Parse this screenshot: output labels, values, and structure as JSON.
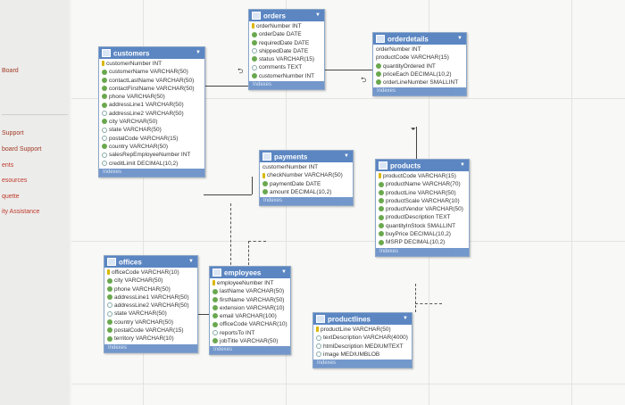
{
  "sidebar": {
    "items": [
      "Board",
      "Support",
      "board Support",
      "ents",
      "esources",
      "quette",
      "ity Assistance"
    ]
  },
  "tables": {
    "orders": {
      "title": "orders",
      "columns": [
        "orderNumber INT",
        "orderDate DATE",
        "requiredDate DATE",
        "shippedDate DATE",
        "status VARCHAR(15)",
        "comments TEXT",
        "customerNumber INT"
      ],
      "footer": "Indexes"
    },
    "orderdetails": {
      "title": "orderdetails",
      "columns": [
        "orderNumber INT",
        "productCode VARCHAR(15)",
        "quantityOrdered INT",
        "priceEach DECIMAL(10,2)",
        "orderLineNumber SMALLINT"
      ],
      "footer": "Indexes"
    },
    "customers": {
      "title": "customers",
      "columns": [
        "customerNumber INT",
        "customerName VARCHAR(50)",
        "contactLastName VARCHAR(50)",
        "contactFirstName VARCHAR(50)",
        "phone VARCHAR(50)",
        "addressLine1 VARCHAR(50)",
        "addressLine2 VARCHAR(50)",
        "city VARCHAR(50)",
        "state VARCHAR(50)",
        "postalCode VARCHAR(15)",
        "country VARCHAR(50)",
        "salesRepEmployeeNumber INT",
        "creditLimit DECIMAL(10,2)"
      ],
      "footer": "Indexes"
    },
    "payments": {
      "title": "payments",
      "columns": [
        "customerNumber INT",
        "checkNumber VARCHAR(50)",
        "paymentDate DATE",
        "amount DECIMAL(10,2)"
      ],
      "footer": "Indexes"
    },
    "products": {
      "title": "products",
      "columns": [
        "productCode VARCHAR(15)",
        "productName VARCHAR(70)",
        "productLine VARCHAR(50)",
        "productScale VARCHAR(10)",
        "productVendor VARCHAR(50)",
        "productDescription TEXT",
        "quantityInStock SMALLINT",
        "buyPrice DECIMAL(10,2)",
        "MSRP DECIMAL(10,2)"
      ],
      "footer": "Indexes"
    },
    "offices": {
      "title": "offices",
      "columns": [
        "officeCode VARCHAR(10)",
        "city VARCHAR(50)",
        "phone VARCHAR(50)",
        "addressLine1 VARCHAR(50)",
        "addressLine2 VARCHAR(50)",
        "state VARCHAR(50)",
        "country VARCHAR(50)",
        "postalCode VARCHAR(15)",
        "territory VARCHAR(10)"
      ],
      "footer": "Indexes"
    },
    "employees": {
      "title": "employees",
      "columns": [
        "employeeNumber INT",
        "lastName VARCHAR(50)",
        "firstName VARCHAR(50)",
        "extension VARCHAR(10)",
        "email VARCHAR(100)",
        "officeCode VARCHAR(10)",
        "reportsTo INT",
        "jobTitle VARCHAR(50)"
      ],
      "footer": "Indexes"
    },
    "productlines": {
      "title": "productlines",
      "columns": [
        "productLine VARCHAR(50)",
        "textDescription VARCHAR(4000)",
        "htmlDescription MEDIUMTEXT",
        "image MEDIUMBLOB"
      ],
      "footer": "Indexes"
    }
  },
  "colors": {
    "header": "#5b86c2",
    "key": "#d9b700",
    "column": "#6aa84f"
  }
}
